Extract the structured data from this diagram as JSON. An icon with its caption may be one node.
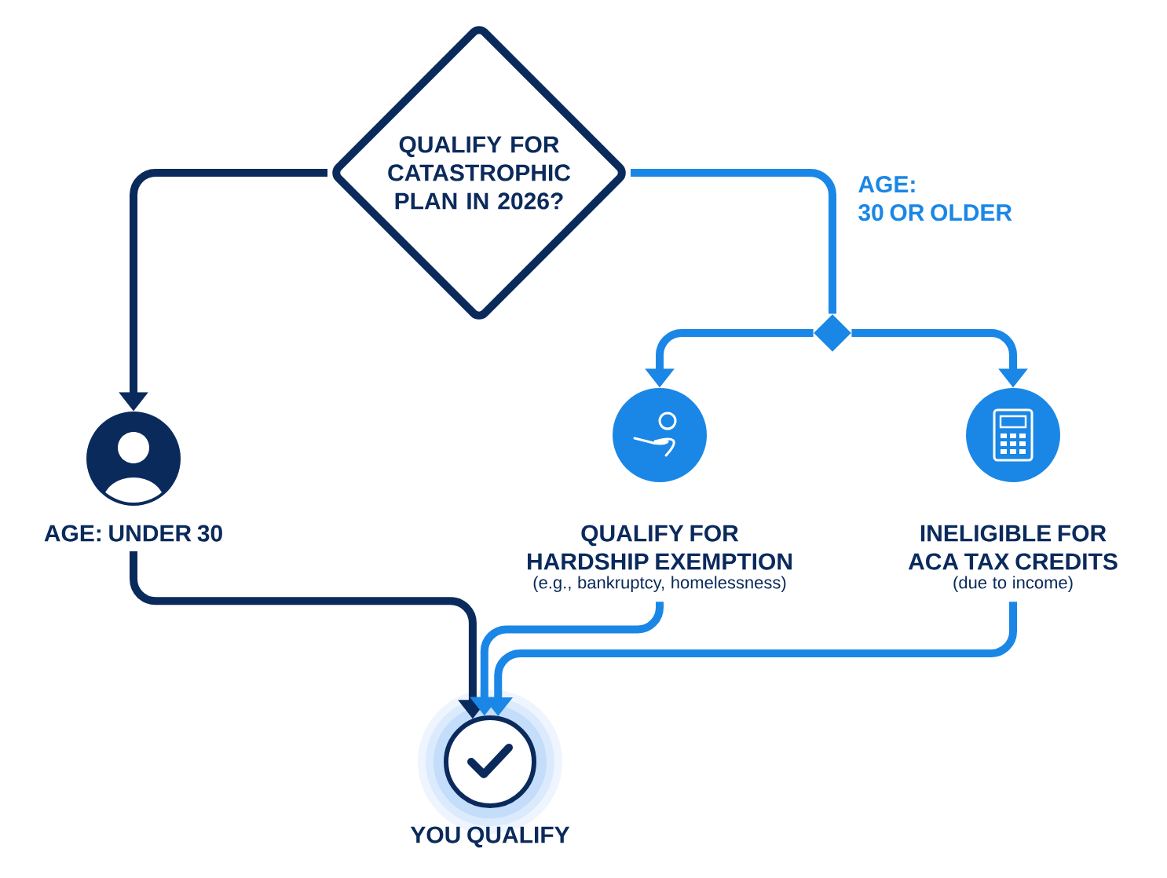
{
  "diagram": {
    "nodes": [
      {
        "text": [
          "QUALIFY FOR CATASTROPHIC PLAN IN 2026?"
        ]
      },
      {
        "text": [
          "AGE: UNDER 30"
        ]
      },
      {
        "text": [],
        "shape": "diamond"
      },
      {
        "text": [
          "QUALIFY FOR HARDSHIP EXEMPTION",
          "(e.g., bankruptcy, homelessness)"
        ]
      },
      {
        "text": [
          "INELIGIBLE FOR ACA TAX CREDITS",
          "(due to income)"
        ]
      },
      {
        "text": [
          "YOU QUALIFY"
        ]
      }
    ],
    "edges": [
      {
        "from": 0,
        "to": 1,
        "arrow": "to",
        "color": "#0b2a5c"
      },
      {
        "from": 0,
        "to": 2,
        "arrow": "none",
        "label": "AGE: 30 OR OLDER"
      },
      {
        "from": 2,
        "to": 3,
        "arrow": "to"
      },
      {
        "from": 2,
        "to": 4,
        "arrow": "to"
      },
      {
        "from": 1,
        "to": 5,
        "arrow": "to",
        "color": "#0b2a5c"
      },
      {
        "from": 3,
        "to": 5,
        "arrow": "to"
      },
      {
        "from": 4,
        "to": 5,
        "arrow": "to"
      }
    ]
  }
}
